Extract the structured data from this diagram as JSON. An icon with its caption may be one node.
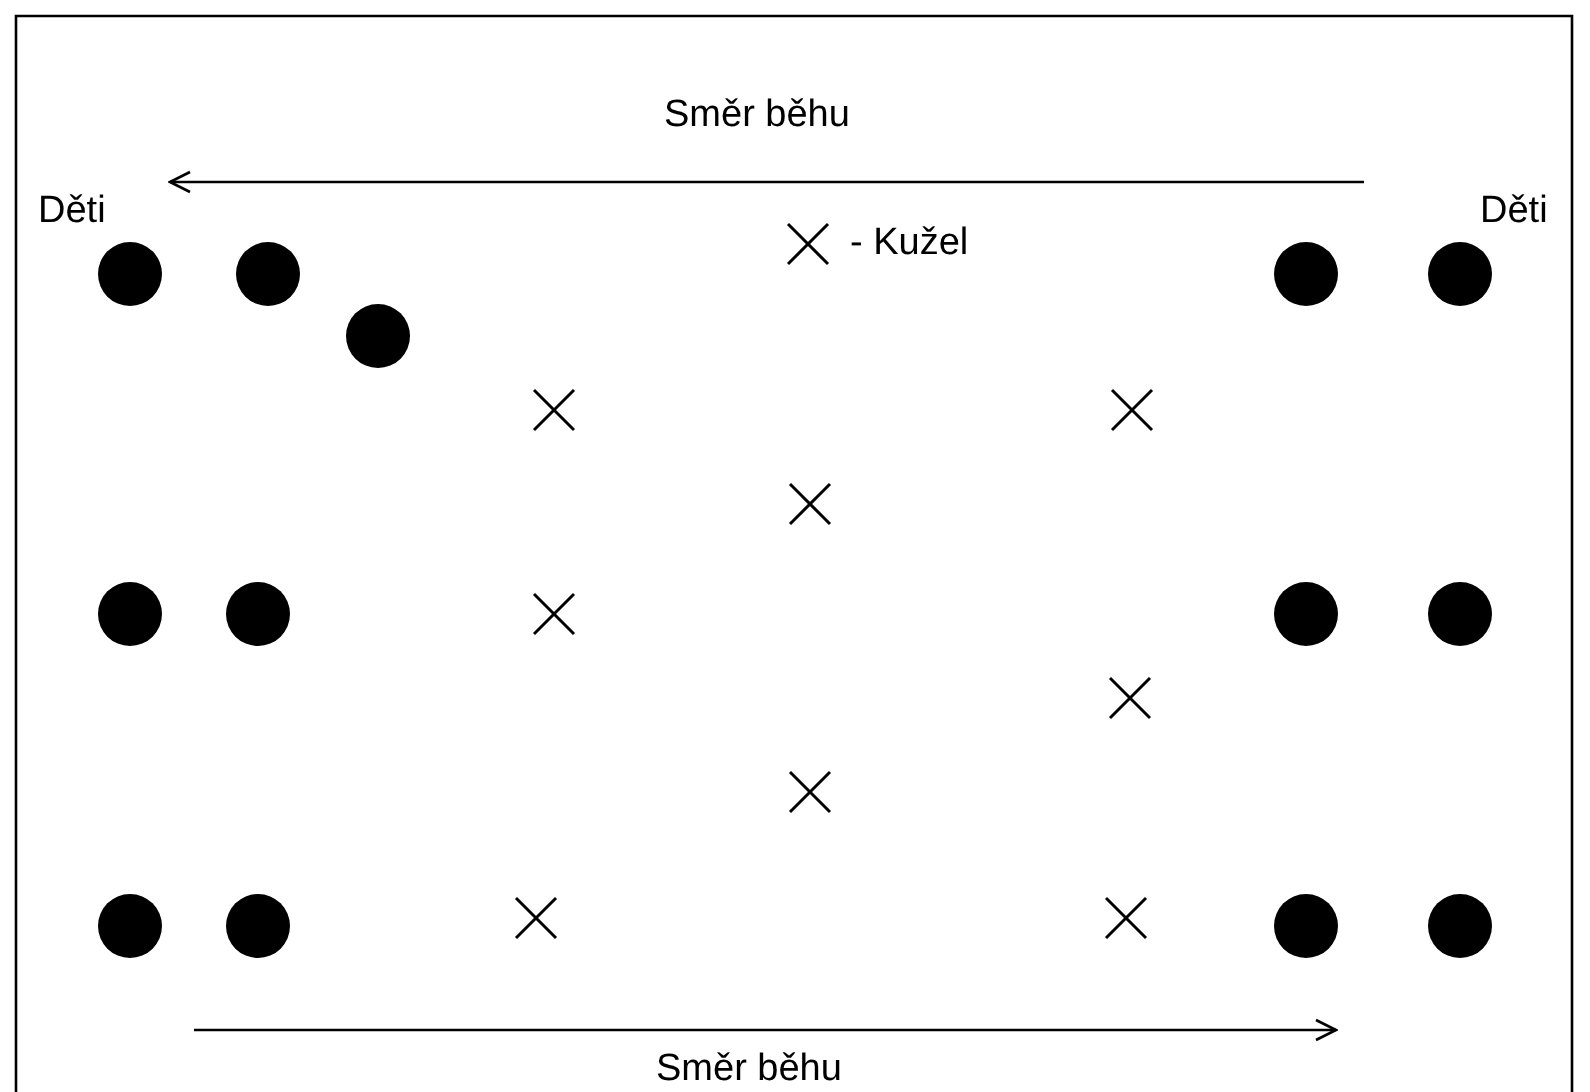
{
  "diagram": {
    "labels": [
      "Směr běhu",
      "Děti",
      "Děti",
      "Směr běhu"
    ],
    "legend": [
      {
        "text": "- Kužel"
      }
    ]
  }
}
